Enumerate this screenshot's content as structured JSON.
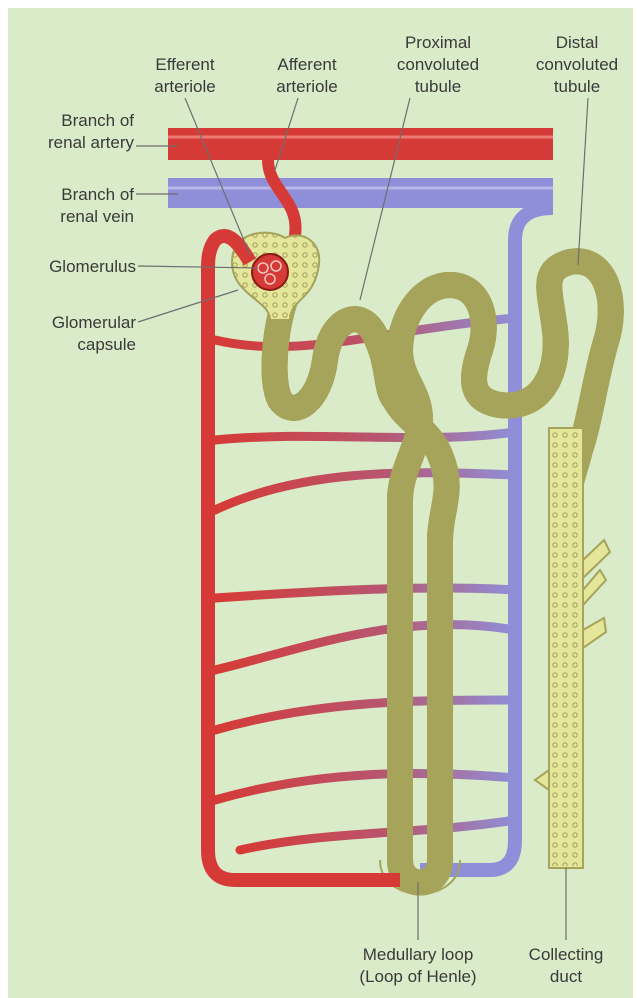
{
  "labels": {
    "efferent_arteriole": [
      "Efferent",
      "arteriole"
    ],
    "afferent_arteriole": [
      "Afferent",
      "arteriole"
    ],
    "proximal_tubule": [
      "Proximal",
      "convoluted",
      "tubule"
    ],
    "distal_tubule": [
      "Distal",
      "convoluted",
      "tubule"
    ],
    "branch_renal_artery": [
      "Branch of",
      "renal artery"
    ],
    "branch_renal_vein": [
      "Branch of",
      "renal vein"
    ],
    "glomerulus": [
      "Glomerulus"
    ],
    "glomerular_capsule": [
      "Glomerular",
      "capsule"
    ],
    "medullary_loop": [
      "Medullary loop",
      "(Loop of Henle)"
    ],
    "collecting_duct": [
      "Collecting",
      "duct"
    ]
  },
  "colors": {
    "background": "#d9ebc8",
    "artery": "#d63a36",
    "vein": "#8f8fd9",
    "tubule": "#e4e69a",
    "tubule_outline": "#a6a35a",
    "leader": "#6e6e6e",
    "text": "#3a3a3a"
  }
}
